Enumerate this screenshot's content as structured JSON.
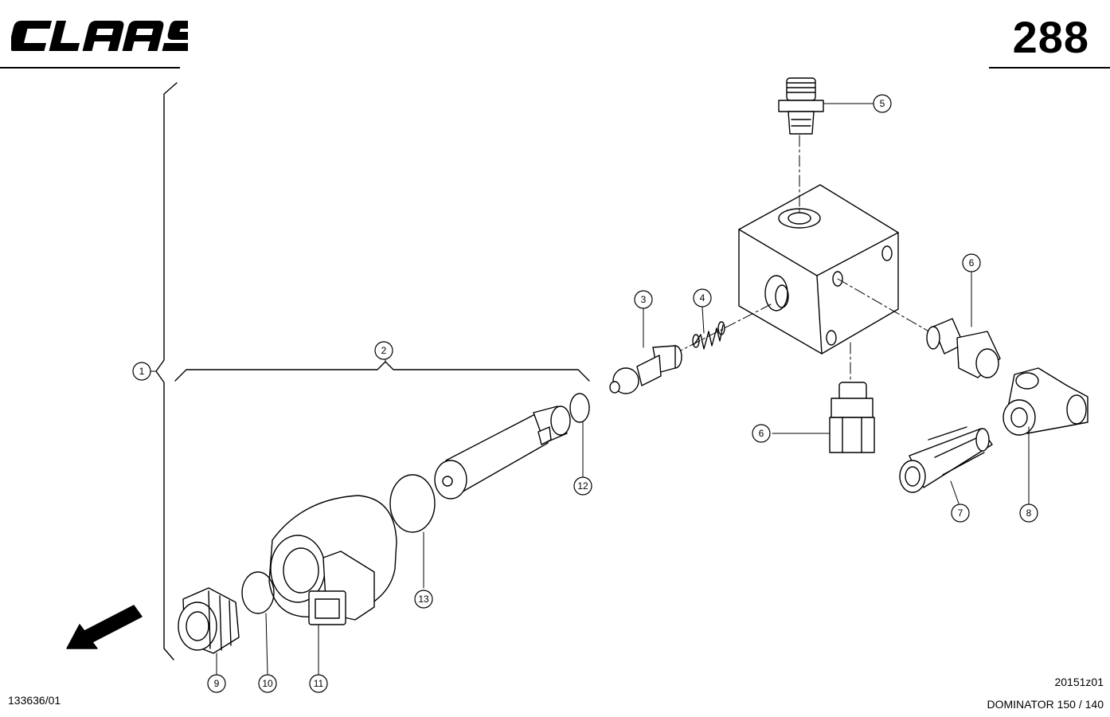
{
  "header": {
    "brand": "CLAAS",
    "page_number": "288"
  },
  "callouts": [
    "1",
    "2",
    "3",
    "4",
    "5",
    "6",
    "6",
    "7",
    "8",
    "9",
    "10",
    "11",
    "12",
    "13"
  ],
  "footer": {
    "drawing_number": "133636/01",
    "figure_id": "20151z01",
    "model": "DOMINATOR 150 / 140"
  }
}
